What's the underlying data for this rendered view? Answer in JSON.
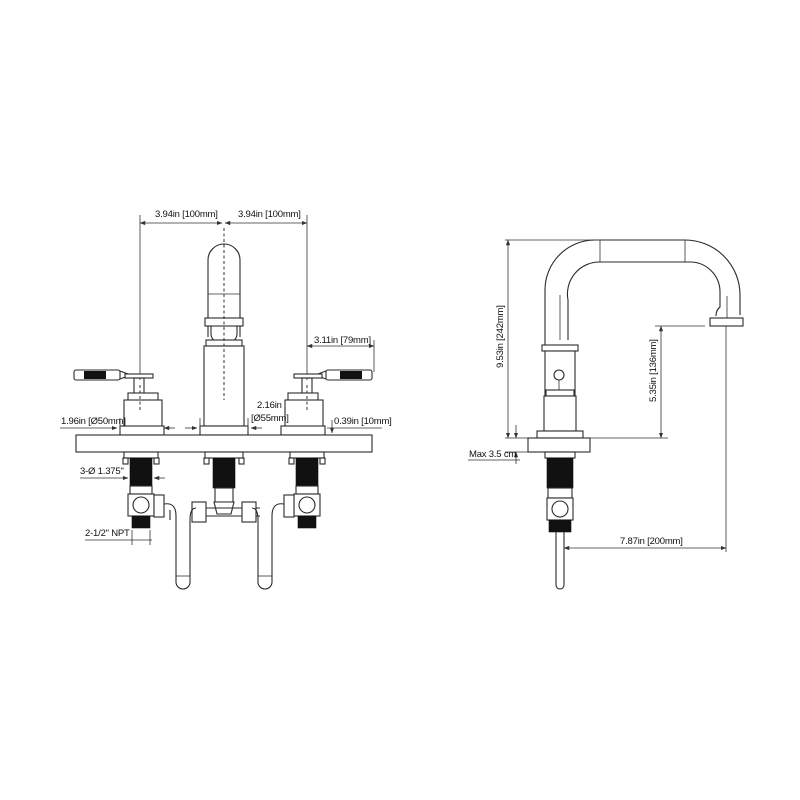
{
  "diagram": {
    "title": "Widespread faucet dimension drawing",
    "front_view": {
      "dimensions": {
        "left_spacing": "3.94in [100mm]",
        "right_spacing": "3.94in [100mm]",
        "handle_length": "3.11in [79mm]",
        "handle_base_diameter": "1.96in [Ø50mm]",
        "spout_base_diameter_line1": "2.16in",
        "spout_base_diameter_line2": "[Ø55mm]",
        "deck_plate_thickness": "0.39in [10mm]",
        "shank_holes": "3-Ø 1.375\"",
        "supply_connection": "2-1/2\" NPT"
      }
    },
    "side_view": {
      "dimensions": {
        "overall_height": "9.53in [242mm]",
        "spout_clearance": "5.35in [136mm]",
        "spout_reach": "7.87in [200mm]",
        "max_deck_thickness": "Max 3.5 cm"
      }
    }
  }
}
